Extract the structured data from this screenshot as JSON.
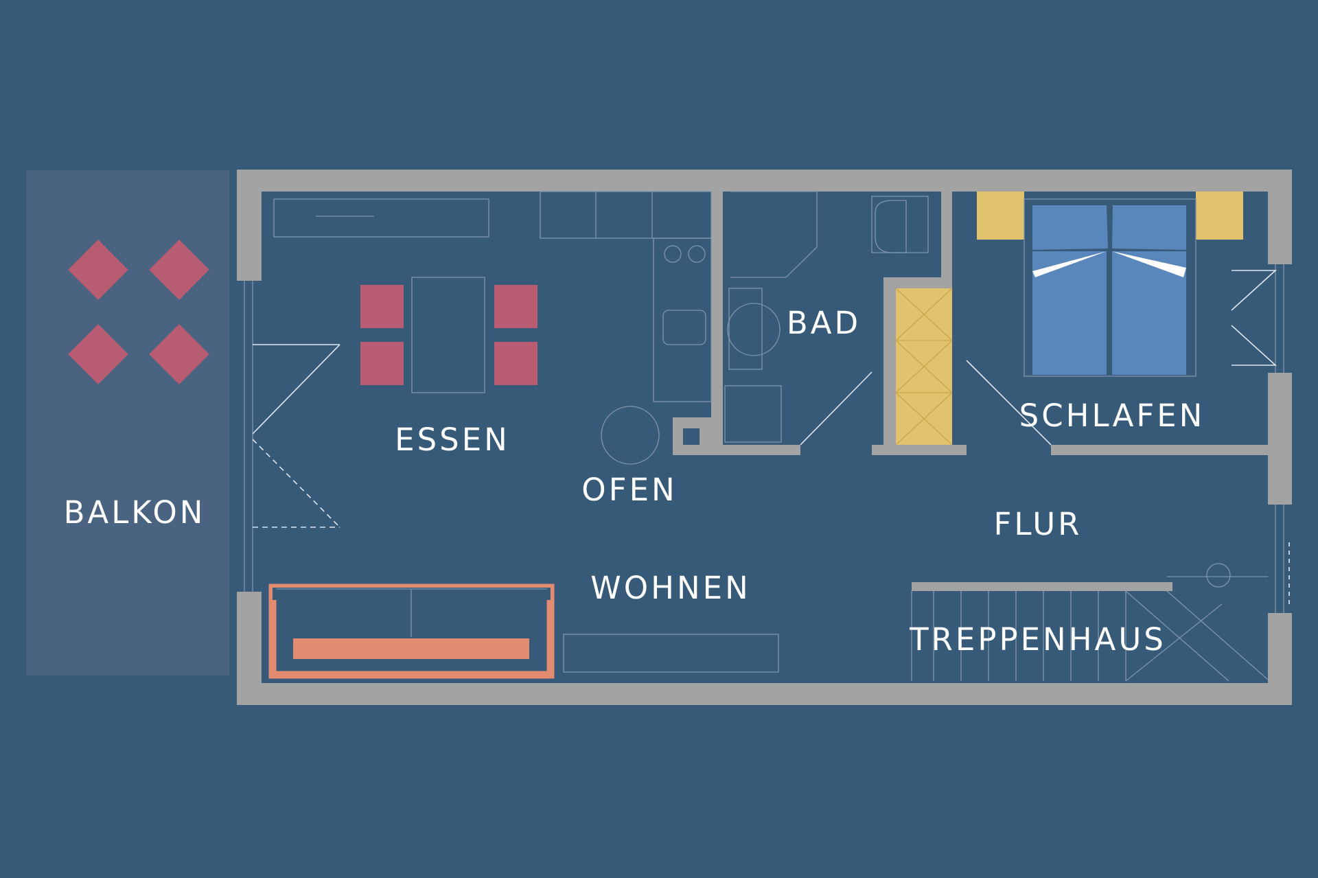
{
  "plan": {
    "colors": {
      "background": "#385a79",
      "balcony": "#4a6380",
      "walls": "#a3a3a3",
      "chairs": "#b85c72",
      "sofa": "#e38b70",
      "storage": "#e0c36c",
      "bed": "#5986bb",
      "fixture_lines": "#7e94ab",
      "label": "#ffffff"
    },
    "rooms": {
      "balkon": "BALKON",
      "essen": "ESSEN",
      "ofen": "OFEN",
      "wohnen": "WOHNEN",
      "bad": "BAD",
      "schlafen": "SCHLAFEN",
      "flur": "FLUR",
      "treppenhaus": "TREPPENHAUS"
    },
    "icons": {
      "balcony_planters": "diamond-icon",
      "bed": "double-bed-icon",
      "sofa": "sofa-icon",
      "stove": "round-stove-icon",
      "sink": "washbasin-icon",
      "toilet": "toilet-icon",
      "stairs": "staircase-icon"
    }
  }
}
